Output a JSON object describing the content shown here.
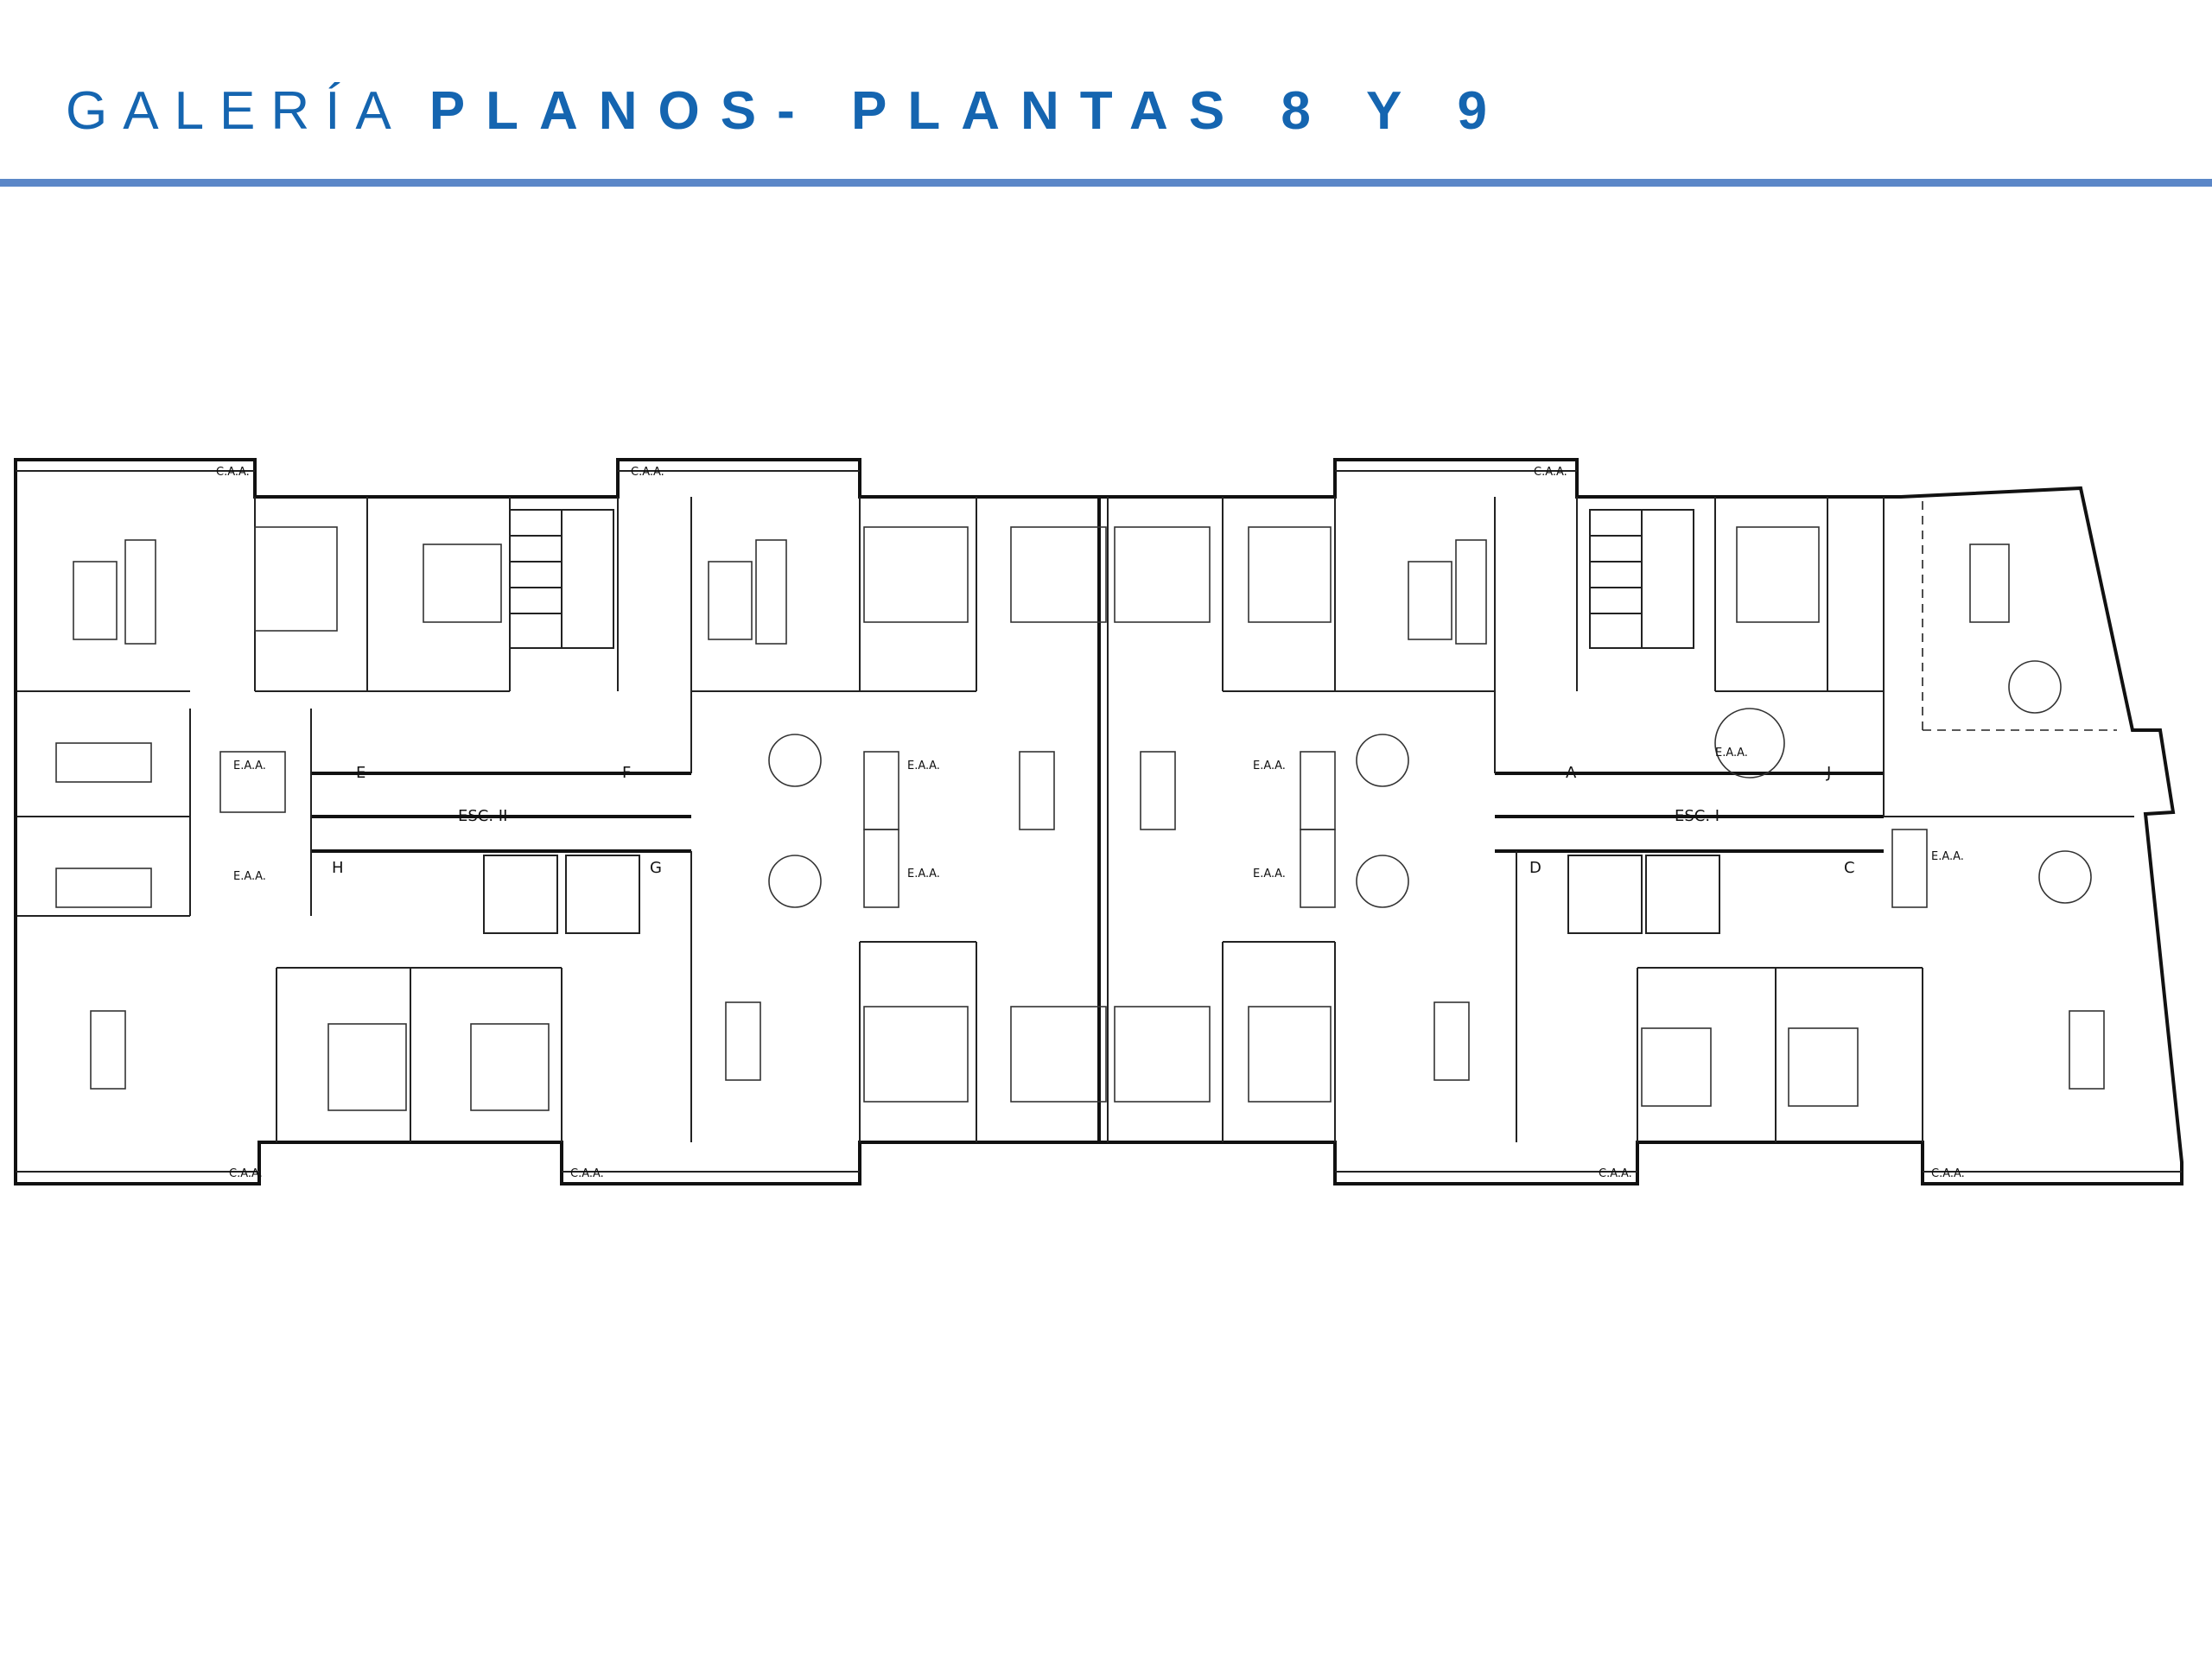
{
  "header": {
    "section": "GALERÍA",
    "title": "PLANOS- PLANTAS 8 Y 9",
    "accent_color": "#1565b0",
    "rule_color": "#5b87c8"
  },
  "plan": {
    "stair_labels": [
      "ESC. II",
      "ESC. I"
    ],
    "unit_letters": [
      "E",
      "F",
      "H",
      "G",
      "A",
      "J",
      "D",
      "C"
    ],
    "caa_label": "C.A.A.",
    "eaa_label": "E.A.A."
  }
}
